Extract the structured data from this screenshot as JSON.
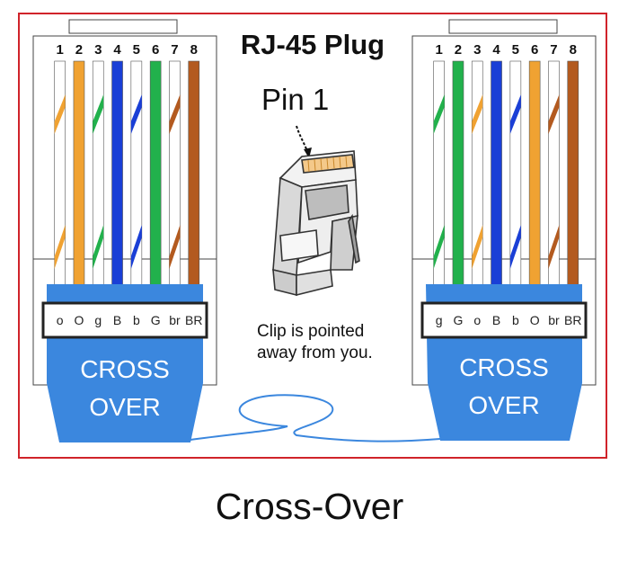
{
  "title": "RJ-45 Plug",
  "pin1_label": "Pin 1",
  "clip_note": [
    "Clip is pointed",
    "away from you."
  ],
  "caption": "Cross-Over",
  "colors": {
    "frame": "#d0232a",
    "boot": "#3b87de",
    "cable": "#3b87de",
    "orange": "#f0a232",
    "green": "#22b14c",
    "blue": "#1a3fd6",
    "brown": "#b35a1f",
    "white": "#ffffff"
  },
  "connectors": [
    {
      "id": "left",
      "boot_text": [
        "CROSS",
        "OVER"
      ],
      "pins": [
        {
          "num": "1",
          "code": "o",
          "color": "orange",
          "striped": true
        },
        {
          "num": "2",
          "code": "O",
          "color": "orange",
          "striped": false
        },
        {
          "num": "3",
          "code": "g",
          "color": "green",
          "striped": true
        },
        {
          "num": "4",
          "code": "B",
          "color": "blue",
          "striped": false
        },
        {
          "num": "5",
          "code": "b",
          "color": "blue",
          "striped": true
        },
        {
          "num": "6",
          "code": "G",
          "color": "green",
          "striped": false
        },
        {
          "num": "7",
          "code": "br",
          "color": "brown",
          "striped": true
        },
        {
          "num": "8",
          "code": "BR",
          "color": "brown",
          "striped": false
        }
      ]
    },
    {
      "id": "right",
      "boot_text": [
        "CROSS",
        "OVER"
      ],
      "pins": [
        {
          "num": "1",
          "code": "g",
          "color": "green",
          "striped": true
        },
        {
          "num": "2",
          "code": "G",
          "color": "green",
          "striped": false
        },
        {
          "num": "3",
          "code": "o",
          "color": "orange",
          "striped": true
        },
        {
          "num": "4",
          "code": "B",
          "color": "blue",
          "striped": false
        },
        {
          "num": "5",
          "code": "b",
          "color": "blue",
          "striped": true
        },
        {
          "num": "6",
          "code": "O",
          "color": "orange",
          "striped": false
        },
        {
          "num": "7",
          "code": "br",
          "color": "brown",
          "striped": true
        },
        {
          "num": "8",
          "code": "BR",
          "color": "brown",
          "striped": false
        }
      ]
    }
  ]
}
